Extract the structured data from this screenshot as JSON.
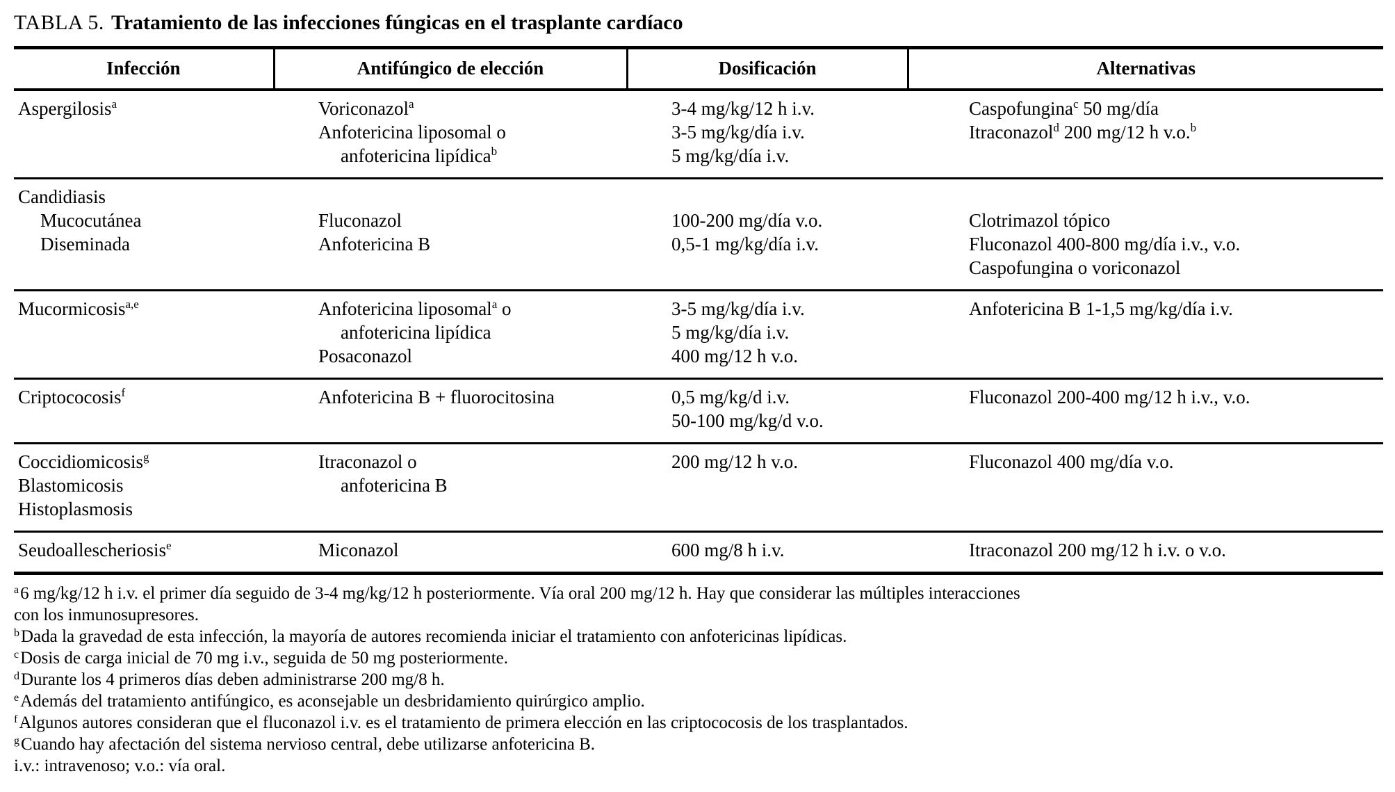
{
  "title": {
    "label": "TABLA 5.",
    "text": "Tratamiento de las infecciones fúngicas en el trasplante cardíaco"
  },
  "table": {
    "columns": [
      "Infección",
      "Antifúngico de elección",
      "Dosificación",
      "Alternativas"
    ],
    "rows": [
      {
        "infection": [
          {
            "runs": [
              "Aspergilosis",
              {
                "sup": "a"
              }
            ]
          }
        ],
        "antifungal": [
          {
            "runs": [
              "Voriconazol",
              {
                "sup": "a"
              }
            ]
          },
          "Anfotericina liposomal o",
          {
            "ind": true,
            "runs": [
              "anfotericina lipídica",
              {
                "sup": "b"
              }
            ]
          }
        ],
        "dosage": [
          "3-4 mg/kg/12 h i.v.",
          "3-5 mg/kg/día i.v.",
          "5 mg/kg/día i.v."
        ],
        "alternatives": [
          {
            "runs": [
              "Caspofungina",
              {
                "sup": "c"
              },
              " 50 mg/día"
            ]
          },
          {
            "runs": [
              "Itraconazol",
              {
                "sup": "d"
              },
              " 200 mg/12 h v.o.",
              {
                "sup": "b"
              }
            ]
          }
        ]
      },
      {
        "infection": [
          "Candidiasis",
          {
            "ind": true,
            "runs": [
              "Mucocutánea"
            ]
          },
          {
            "ind": true,
            "runs": [
              "Diseminada"
            ]
          }
        ],
        "antifungal": [
          "",
          "Fluconazol",
          "Anfotericina B"
        ],
        "dosage": [
          "",
          "100-200 mg/día v.o.",
          "0,5-1 mg/kg/día i.v."
        ],
        "alternatives": [
          "",
          "Clotrimazol tópico",
          "Fluconazol 400-800 mg/día i.v., v.o.",
          "Caspofungina o voriconazol"
        ]
      },
      {
        "infection": [
          {
            "runs": [
              "Mucormicosis",
              {
                "sup": "a,e"
              }
            ]
          }
        ],
        "antifungal": [
          {
            "runs": [
              "Anfotericina liposomal",
              {
                "sup": "a"
              },
              " o"
            ]
          },
          {
            "ind": true,
            "runs": [
              "anfotericina lipídica"
            ]
          },
          "Posaconazol"
        ],
        "dosage": [
          "3-5 mg/kg/día i.v.",
          "5 mg/kg/día i.v.",
          "400 mg/12 h v.o."
        ],
        "alternatives": [
          "Anfotericina B 1-1,5 mg/kg/día i.v."
        ]
      },
      {
        "infection": [
          {
            "runs": [
              "Criptococosis",
              {
                "sup": "f"
              }
            ]
          }
        ],
        "antifungal": [
          "Anfotericina B + fluorocitosina"
        ],
        "dosage": [
          "0,5 mg/kg/d i.v.",
          "50-100 mg/kg/d v.o."
        ],
        "alternatives": [
          "Fluconazol 200-400 mg/12 h i.v., v.o."
        ]
      },
      {
        "infection": [
          {
            "runs": [
              "Coccidiomicosis",
              {
                "sup": "g"
              }
            ]
          },
          "Blastomicosis",
          "Histoplasmosis"
        ],
        "antifungal": [
          "Itraconazol o",
          {
            "ind": true,
            "runs": [
              "anfotericina B"
            ]
          }
        ],
        "dosage": [
          "200 mg/12 h v.o."
        ],
        "alternatives": [
          "Fluconazol 400 mg/día v.o."
        ]
      },
      {
        "infection": [
          {
            "runs": [
              "Seudoallescheriosis",
              {
                "sup": "e"
              }
            ]
          }
        ],
        "antifungal": [
          "Miconazol"
        ],
        "dosage": [
          "600 mg/8 h i.v."
        ],
        "alternatives": [
          "Itraconazol 200 mg/12 h i.v. o v.o."
        ]
      }
    ]
  },
  "footnotes": [
    {
      "sup": "a",
      "lines": [
        "6 mg/kg/12 h i.v. el primer día seguido de 3-4 mg/kg/12 h posteriormente. Vía oral 200 mg/12 h. Hay que considerar las múltiples interacciones",
        "con los inmunosupresores."
      ]
    },
    {
      "sup": "b",
      "lines": [
        "Dada la gravedad de esta infección, la mayoría de autores recomienda iniciar el tratamiento con anfotericinas lipídicas."
      ]
    },
    {
      "sup": "c",
      "lines": [
        "Dosis de carga inicial de 70 mg i.v., seguida de 50 mg posteriormente."
      ]
    },
    {
      "sup": "d",
      "lines": [
        "Durante los 4 primeros días deben administrarse 200 mg/8 h."
      ]
    },
    {
      "sup": "e",
      "lines": [
        "Además del tratamiento antifúngico, es aconsejable un desbridamiento quirúrgico amplio."
      ]
    },
    {
      "sup": "f",
      "lines": [
        "Algunos autores consideran que el fluconazol i.v. es el tratamiento de primera elección en las criptococosis de los trasplantados."
      ]
    },
    {
      "sup": "g",
      "lines": [
        "Cuando hay afectación del sistema nervioso central, debe utilizarse anfotericina B."
      ]
    },
    {
      "sup": "",
      "lines": [
        "i.v.: intravenoso; v.o.: vía oral."
      ]
    }
  ],
  "colors": {
    "background": "#ffffff",
    "text": "#000000",
    "rule": "#000000"
  }
}
